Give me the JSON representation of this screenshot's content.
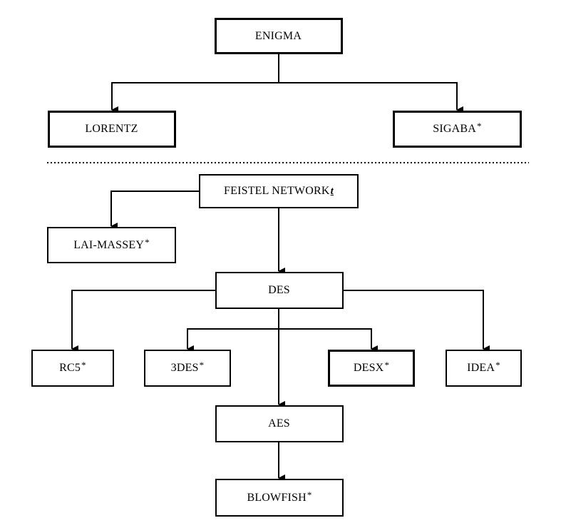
{
  "diagram": {
    "nodes": {
      "enigma": {
        "label": "ENIGMA",
        "mark": ""
      },
      "lorentz": {
        "label": "LORENTZ",
        "mark": ""
      },
      "sigaba": {
        "label": "SIGABA",
        "mark": "*"
      },
      "feistel": {
        "label": "FEISTEL NETWORK",
        "mark": "t"
      },
      "lai_massey": {
        "label": "LAI-MASSEY",
        "mark": "*"
      },
      "des": {
        "label": "DES",
        "mark": ""
      },
      "rc5": {
        "label": "RC5",
        "mark": "*"
      },
      "tdes": {
        "label": "3DES",
        "mark": "*"
      },
      "desx": {
        "label": "DESX",
        "mark": "*"
      },
      "idea": {
        "label": "IDEA",
        "mark": "*"
      },
      "aes": {
        "label": "AES",
        "mark": ""
      },
      "blowfish": {
        "label": "BLOWFISH",
        "mark": "*"
      }
    },
    "edges": [
      [
        "enigma",
        "lorentz"
      ],
      [
        "enigma",
        "sigaba"
      ],
      [
        "feistel",
        "lai_massey"
      ],
      [
        "feistel",
        "des"
      ],
      [
        "des",
        "rc5"
      ],
      [
        "des",
        "tdes"
      ],
      [
        "des",
        "desx"
      ],
      [
        "des",
        "idea"
      ],
      [
        "des",
        "aes"
      ],
      [
        "aes",
        "blowfish"
      ]
    ]
  }
}
